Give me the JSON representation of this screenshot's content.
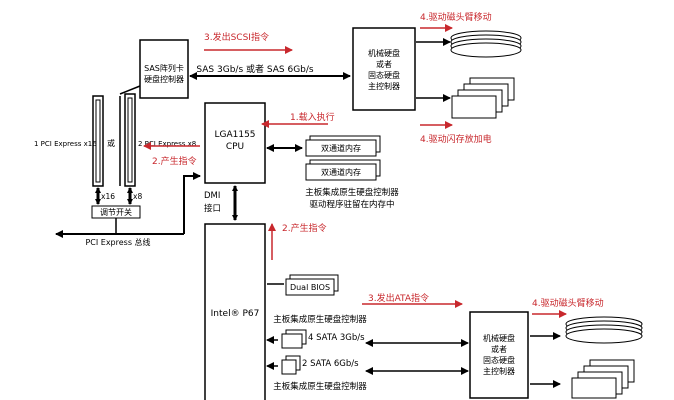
{
  "labels": {
    "pcie_x16_slot": "1 PCI Express x16",
    "pcie_x8_slot": "2 PCI Express x8",
    "or_between_slots": "或",
    "x16": "x16",
    "x8": "x8",
    "regulator_switch": "调节开关",
    "pcie_bus": "PCI Express 总线",
    "sas_raid_card_line1": "SAS阵列卡",
    "sas_raid_card_line2": "硬盘控制器",
    "sas_speed": "SAS 3Gb/s 或者 SAS 6Gb/s",
    "step3_scsi": "3.发出SCSI指令",
    "step4_head_top": "4.驱动磁头臂移动",
    "step4_flash": "4.驱动闪存放加电",
    "disk_top_line1": "机械硬盘",
    "disk_top_line2": "或者",
    "disk_top_line3": "固态硬盘",
    "disk_top_line4": "主控制器",
    "cpu_line1": "LGA1155",
    "cpu_line2": "CPU",
    "step1_load": "1.载入执行",
    "dual_mem1": "双通道内存",
    "dual_mem2": "双通道内存",
    "driver_note_line1": "主板集成原生硬盘控制器",
    "driver_note_line2": "驱动程序驻留在内存中",
    "step2_generate_left": "2.产生指令",
    "dmi_line1": "DMI",
    "dmi_line2": "接口",
    "step2_generate_right": "2.产生指令",
    "pch_label": "Intel® P67",
    "dual_bios": "Dual BIOS",
    "step3_ata": "3.发出ATA指令",
    "step4_head_bottom": "4.驱动磁头臂移动",
    "onboard_ctrl_1": "主板集成原生硬盘控制器",
    "sata3": "4 SATA 3Gb/s",
    "sata6": "2 SATA 6Gb/s",
    "onboard_ctrl_2": "主板集成原生硬盘控制器",
    "disk_bottom_line1": "机械硬盘",
    "disk_bottom_line2": "或者",
    "disk_bottom_line3": "固态硬盘",
    "disk_bottom_line4": "主控制器"
  },
  "colors": {
    "line": "#000000",
    "step_red": "#c8282d"
  }
}
